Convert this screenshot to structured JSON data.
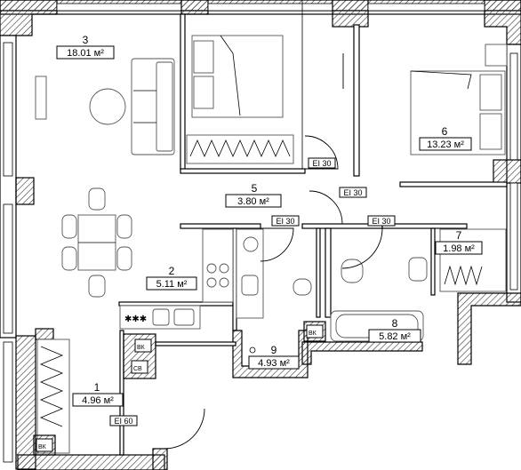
{
  "rooms": [
    {
      "number": "1",
      "area": "4.96 м²"
    },
    {
      "number": "2",
      "area": "5.11 м²"
    },
    {
      "number": "3",
      "area": "18.01 м²"
    },
    {
      "number": "5",
      "area": "3.80 м²"
    },
    {
      "number": "6",
      "area": "13.23 м²"
    },
    {
      "number": "7",
      "area": "1.98 м²"
    },
    {
      "number": "8",
      "area": "5.82 м²"
    },
    {
      "number": "9",
      "area": "4.93 м²"
    }
  ],
  "door_ratings": [
    "EI 30",
    "EI 30",
    "EI 30",
    "EI 30",
    "EI 60"
  ],
  "shafts": [
    "ВК",
    "СВ",
    "ВК",
    "ВК"
  ],
  "colors": {
    "wall": "#000000",
    "background": "#ffffff",
    "hatch": "#333333"
  },
  "icons": [
    "sofa-icon",
    "bed-icon",
    "dining-table-icon",
    "stove-icon",
    "sink-icon",
    "toilet-icon",
    "bathtub-icon",
    "wardrobe-icon",
    "door-swing-icon",
    "radiator-icon"
  ]
}
